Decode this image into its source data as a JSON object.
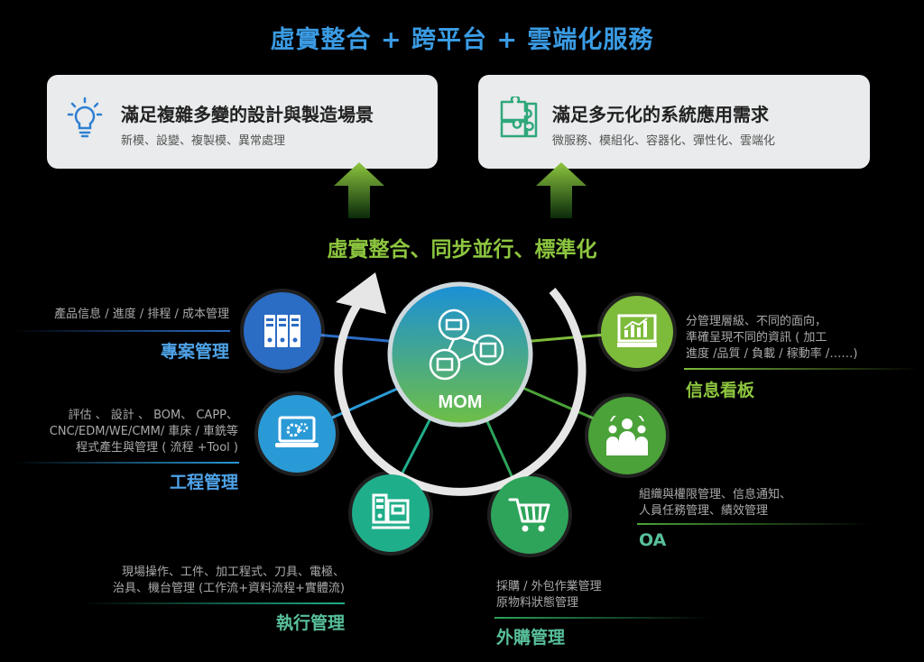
{
  "title": "虛實整合 + 跨平台 + 雲端化服務",
  "cards": [
    {
      "title": "滿足複雜多變的設計與製造場景",
      "subtitle": "新模、設變、複製模、異常處理",
      "icon": "lightbulb-icon"
    },
    {
      "title": "滿足多元化的系統應用需求",
      "subtitle": "微服務、模組化、容器化、彈性化、雲端化",
      "icon": "puzzle-icon"
    }
  ],
  "subtitle": "虛實整合、同步並行、標準化",
  "center": {
    "label": "MOM"
  },
  "sections": {
    "project": {
      "title": "專案管理",
      "desc": [
        "產品信息 / 進度 / 排程 / 成本管理"
      ],
      "icon": "binder-icon",
      "color": "#2b6cc4"
    },
    "engineering": {
      "title": "工程管理",
      "desc": [
        "評估 、 設計 、 BOM、 CAPP、",
        "CNC/EDM/WE/CMM/ 車床 / 車銑等",
        "程式產生與管理 ( 流程 +Tool )"
      ],
      "icon": "laptop-gears-icon",
      "color": "#2a9ad6"
    },
    "execution": {
      "title": "執行管理",
      "desc": [
        "現場操作、工件、加工程式、刀具、電極、",
        "治具、機台管理 (工作流+資料流程+實體流)"
      ],
      "icon": "machine-icon",
      "color": "#1fae8a"
    },
    "purchase": {
      "title": "外購管理",
      "desc": [
        "採購 / 外包作業管理",
        "原物料狀態管理"
      ],
      "icon": "cart-icon",
      "color": "#2da45a"
    },
    "oa": {
      "title": "OA",
      "desc": [
        "組織與權限管理、信息通知、",
        "人員任務管理、績效管理"
      ],
      "icon": "people-icon",
      "color": "#4aa238"
    },
    "dashboard": {
      "title": "信息看板",
      "desc": [
        "分管理層級、不同的面向，",
        "準確呈現不同的資訊 ( 加工",
        "進度 /品質 / 負載 / 稼動率 /……)"
      ],
      "icon": "chart-screen-icon",
      "color": "#7dbb3a"
    }
  },
  "colors": {
    "title": "#3a9be3",
    "green": "#8dc63f",
    "blue_text": "#4fa3e8",
    "teal_text": "#58c09a"
  }
}
